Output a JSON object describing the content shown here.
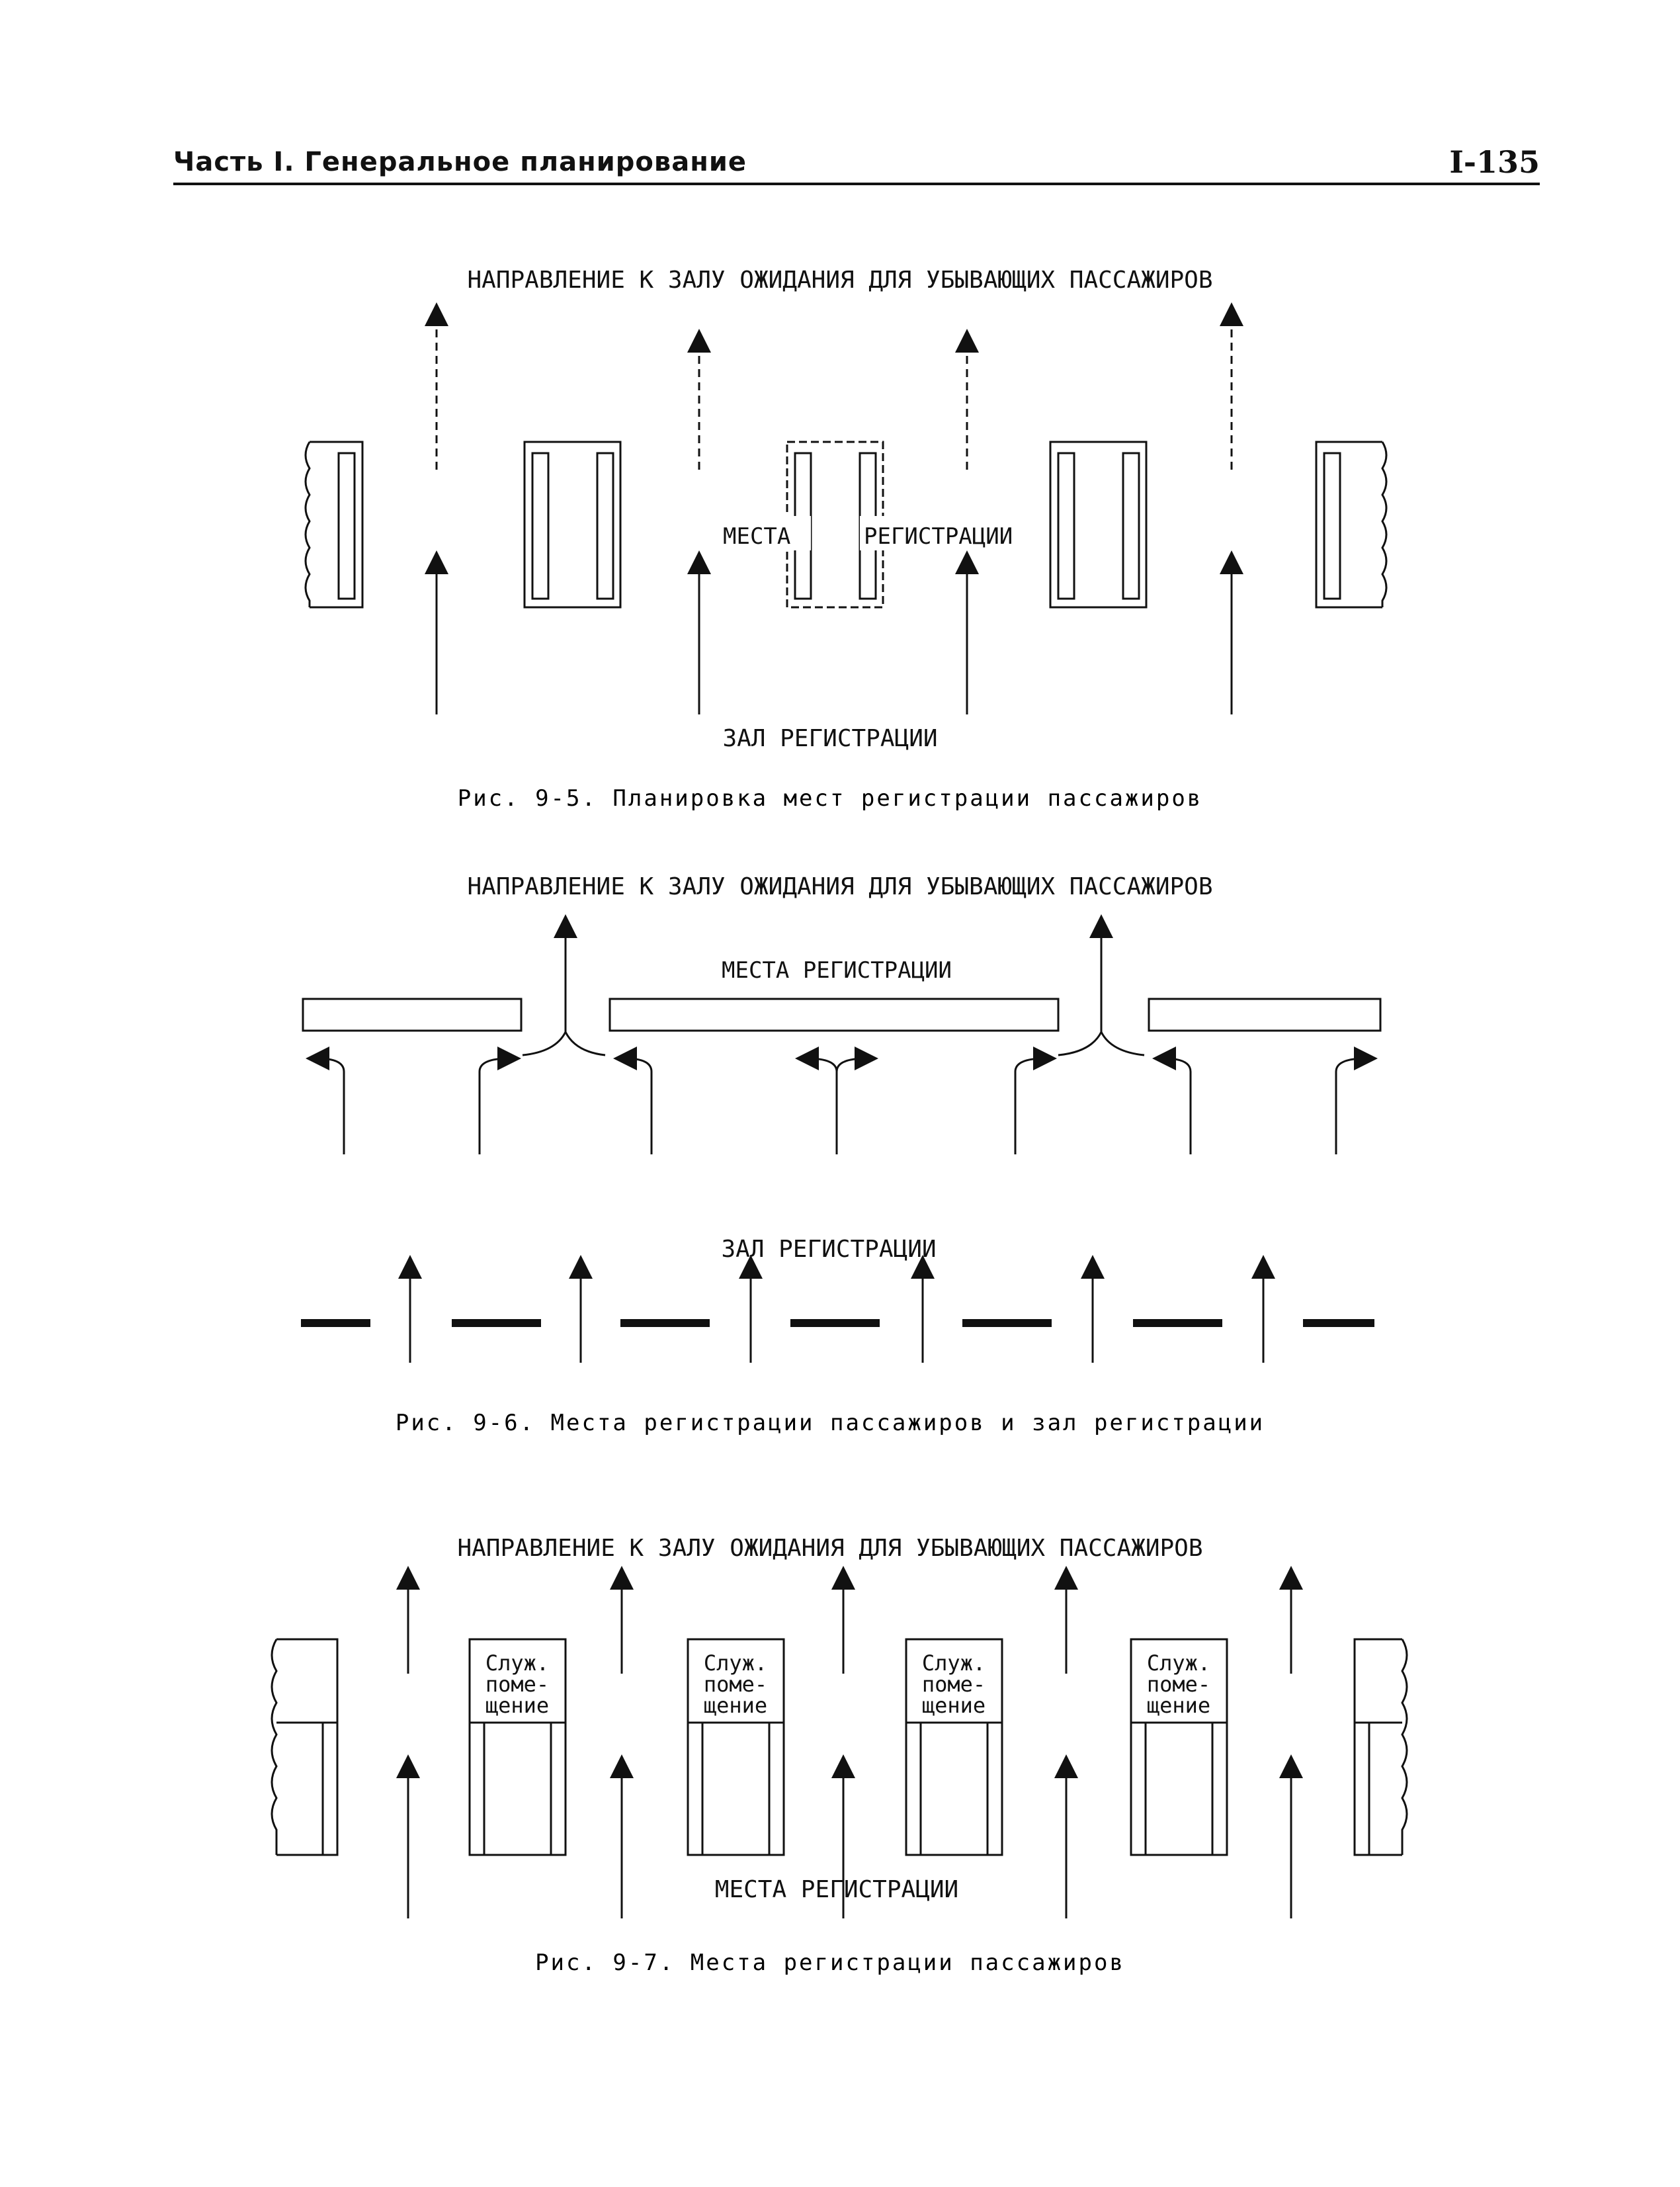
{
  "header": {
    "section": "Часть I. Генеральное планирование",
    "page_number": "I-135"
  },
  "fig1": {
    "top_label": "НАПРАВЛЕНИЕ К ЗАЛУ ОЖИДАНИЯ ДЛЯ УБЫВАЮЩИХ ПАССАЖИРОВ",
    "label_left": "МЕСТА",
    "label_right": "РЕГИСТРАЦИИ",
    "bottom_label": "ЗАЛ РЕГИСТРАЦИИ",
    "caption": "Рис. 9-5.  Планировка мест регистрации пассажиров"
  },
  "fig2": {
    "top_label": "НАПРАВЛЕНИЕ К ЗАЛУ ОЖИДАНИЯ ДЛЯ УБЫВАЮЩИХ ПАССАЖИРОВ",
    "counters_label": "МЕСТА РЕГИСТРАЦИИ",
    "hall_label": "ЗАЛ РЕГИСТРАЦИИ",
    "caption": "Рис. 9-6.  Места регистрации пассажиров и зал регистрации"
  },
  "fig3": {
    "top_label": "НАПРАВЛЕНИЕ К ЗАЛУ ОЖИДАНИЯ ДЛЯ УБЫВАЮЩИХ ПАССАЖИРОВ",
    "service_room": [
      "Служ.",
      "поме-",
      "щение"
    ],
    "bottom_label": "МЕСТА РЕГИСТРАЦИИ",
    "caption": "Рис. 9-7.  Места регистрации пассажиров"
  }
}
